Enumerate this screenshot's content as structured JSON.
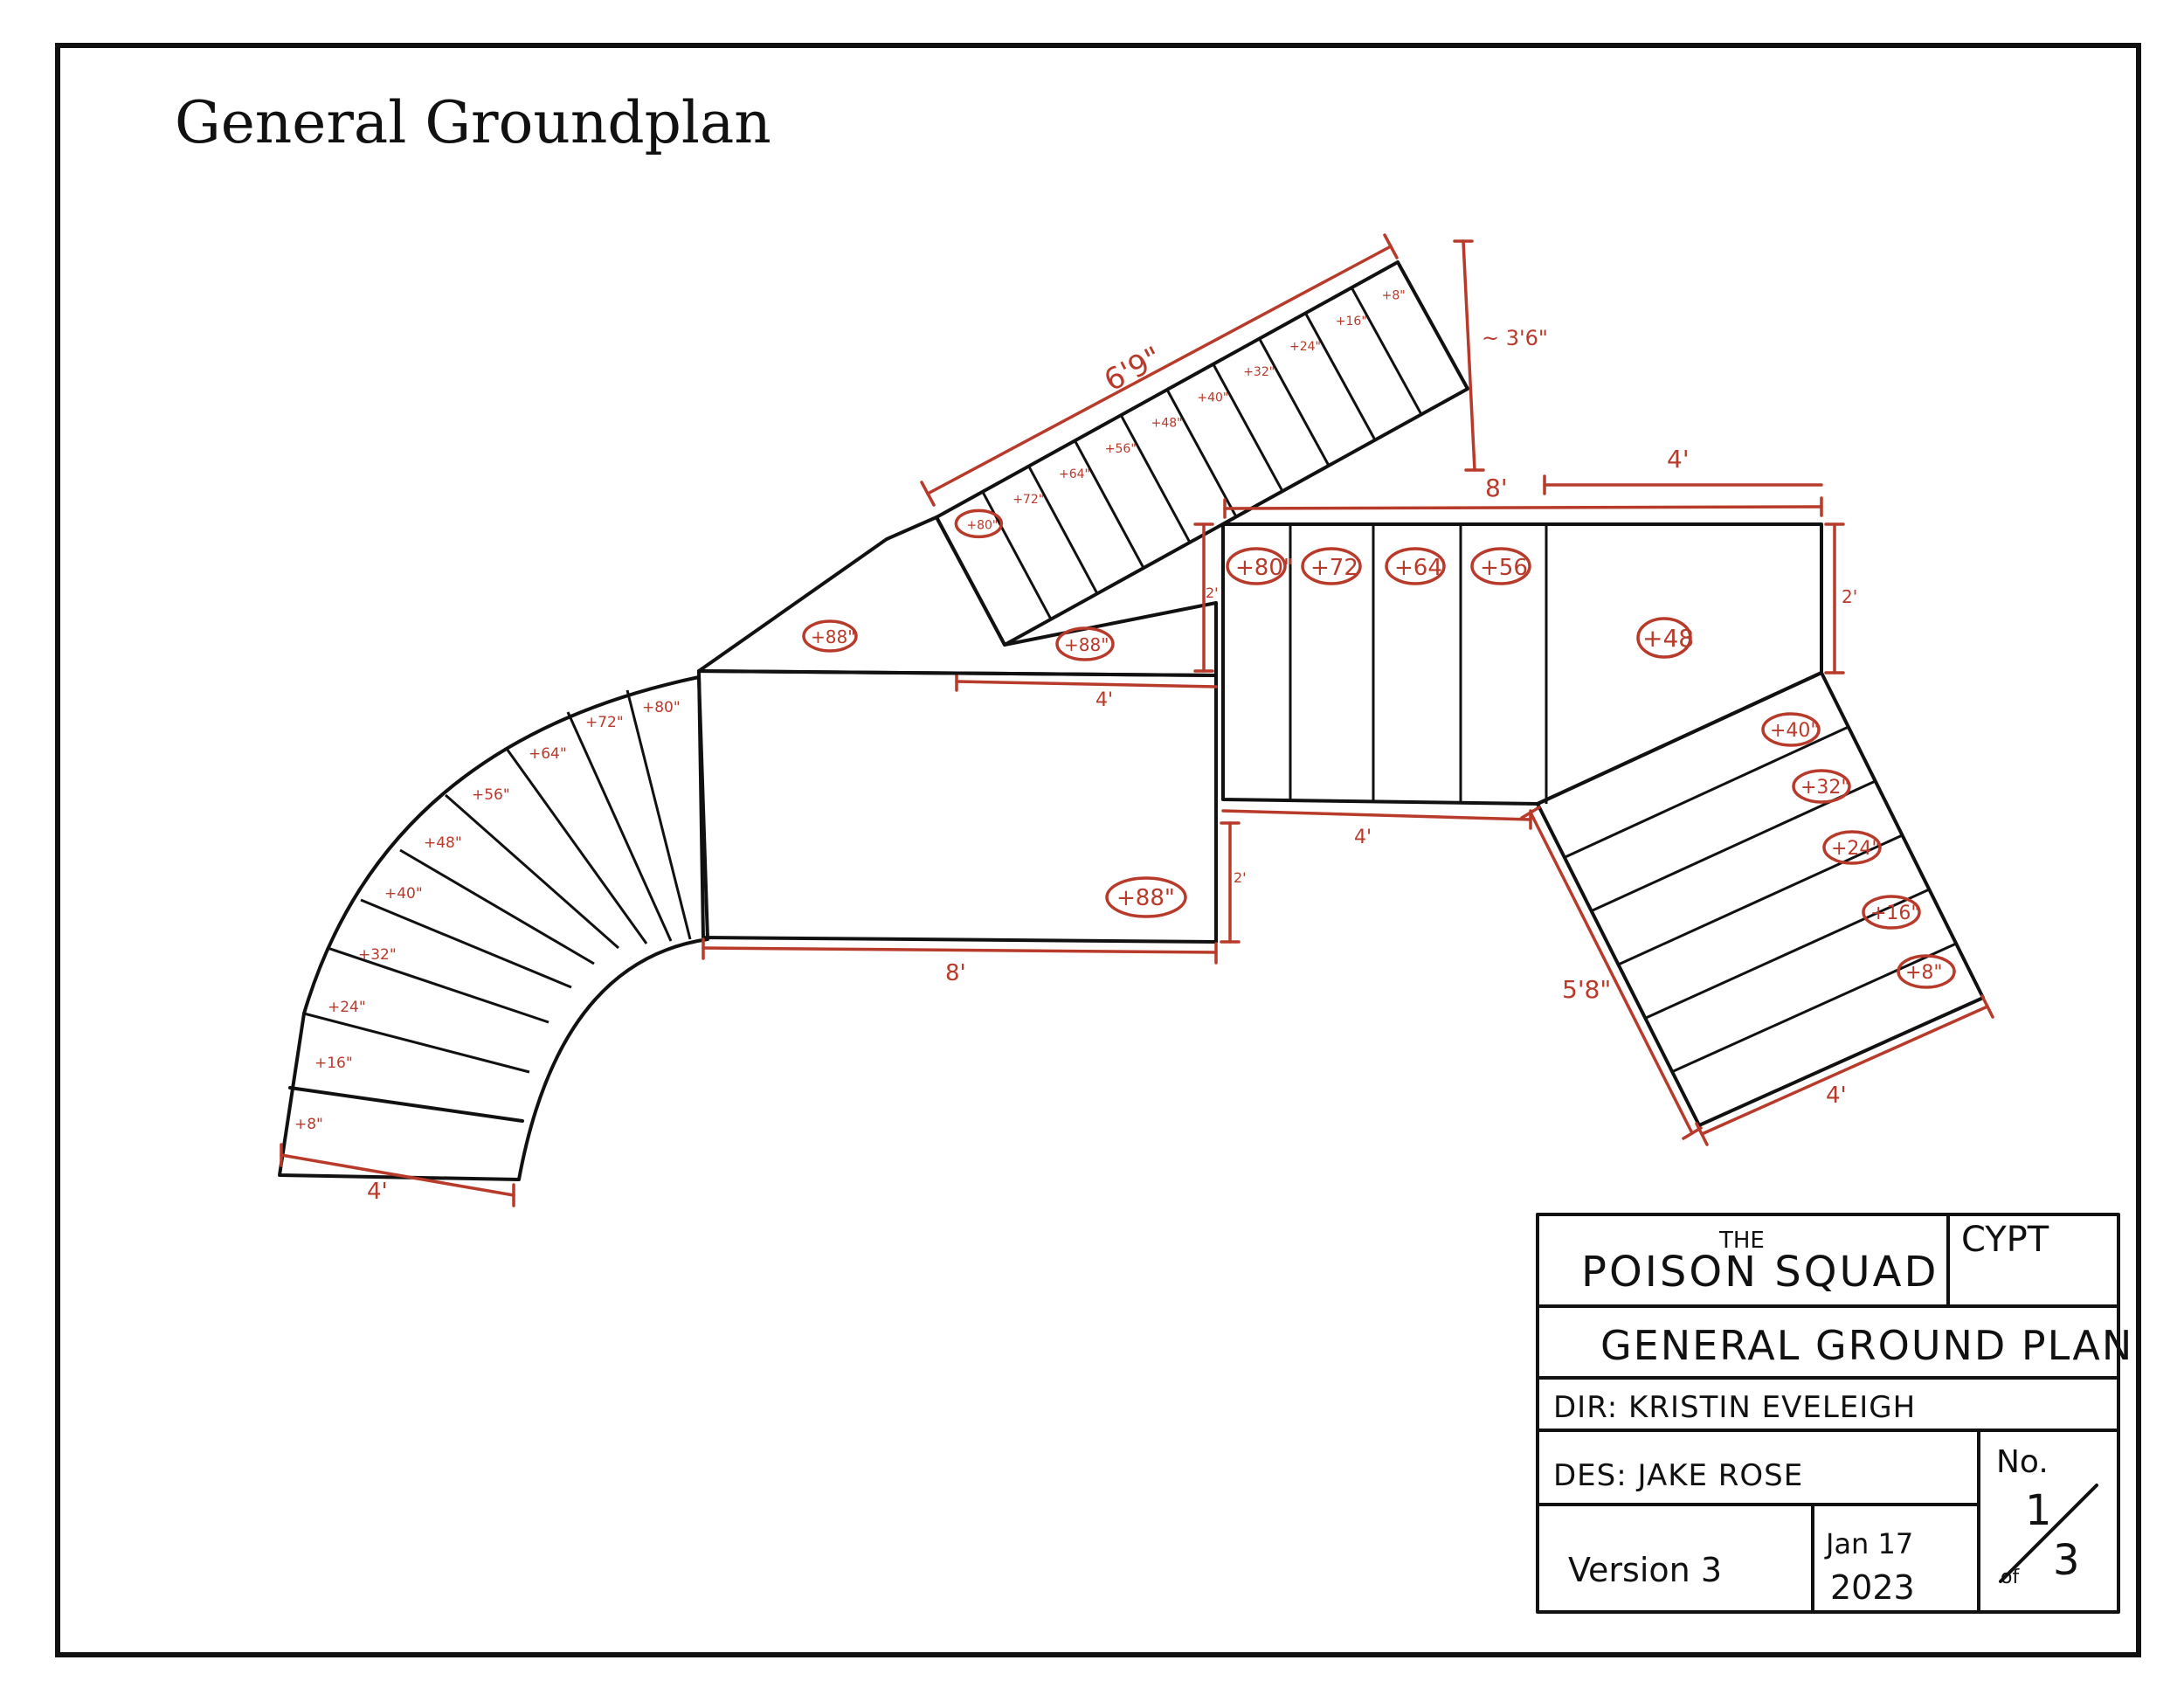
{
  "title": "General Groundplan",
  "colors": {
    "ink": "#111111",
    "annotation": "#b83a2a",
    "paper": "#ffffff"
  },
  "curved_stair": {
    "risers": [
      "+8\"",
      "+16\"",
      "+24\"",
      "+32\"",
      "+40\"",
      "+48\"",
      "+56\"",
      "+64\"",
      "+72\"",
      "+80\""
    ],
    "width_dim": "4'"
  },
  "left_platform": {
    "height_label": "+88\"",
    "length_dim": "8'",
    "side_dim": "4'",
    "depth_dim": "2'"
  },
  "wedge": {
    "label_left": "+88\"",
    "label_right": "+88\""
  },
  "upper_stair": {
    "risers": [
      "+80\"",
      "+72\"",
      "+64\"",
      "+56\"",
      "+48\"",
      "+40\"",
      "+32\"",
      "+24\"",
      "+16\"",
      "+8\""
    ],
    "length_dim": "6'9\"",
    "rise_dim": "~ 3'6\"",
    "depth_dim": "2'"
  },
  "center_block": {
    "step_labels": [
      "+80\"",
      "+72",
      "+64",
      "+56"
    ],
    "landing_label": "+48",
    "length_dim": "8'",
    "landing_dim": "4'",
    "right_depth_dim": "2'",
    "bottom_dim": "4'",
    "left_depth_dim": "2'"
  },
  "right_stair": {
    "risers": [
      "+40\"",
      "+32\"",
      "+24\"",
      "+16\"",
      "+8\""
    ],
    "length_dim": "5'8\"",
    "width_dim": "4'"
  },
  "title_block": {
    "the": "THE",
    "show_title": "POISON SQUAD",
    "company": "CYPT",
    "drawing_title": "GENERAL GROUND PLAN",
    "director": "DIR: KRISTIN EVELEIGH",
    "designer": "DES: JAKE ROSE",
    "version": "Version 3",
    "date_month_day": "Jan 17",
    "date_year": "2023",
    "no_label": "No.",
    "sheet_number": "1",
    "sheet_of": "of",
    "sheet_total": "3"
  }
}
